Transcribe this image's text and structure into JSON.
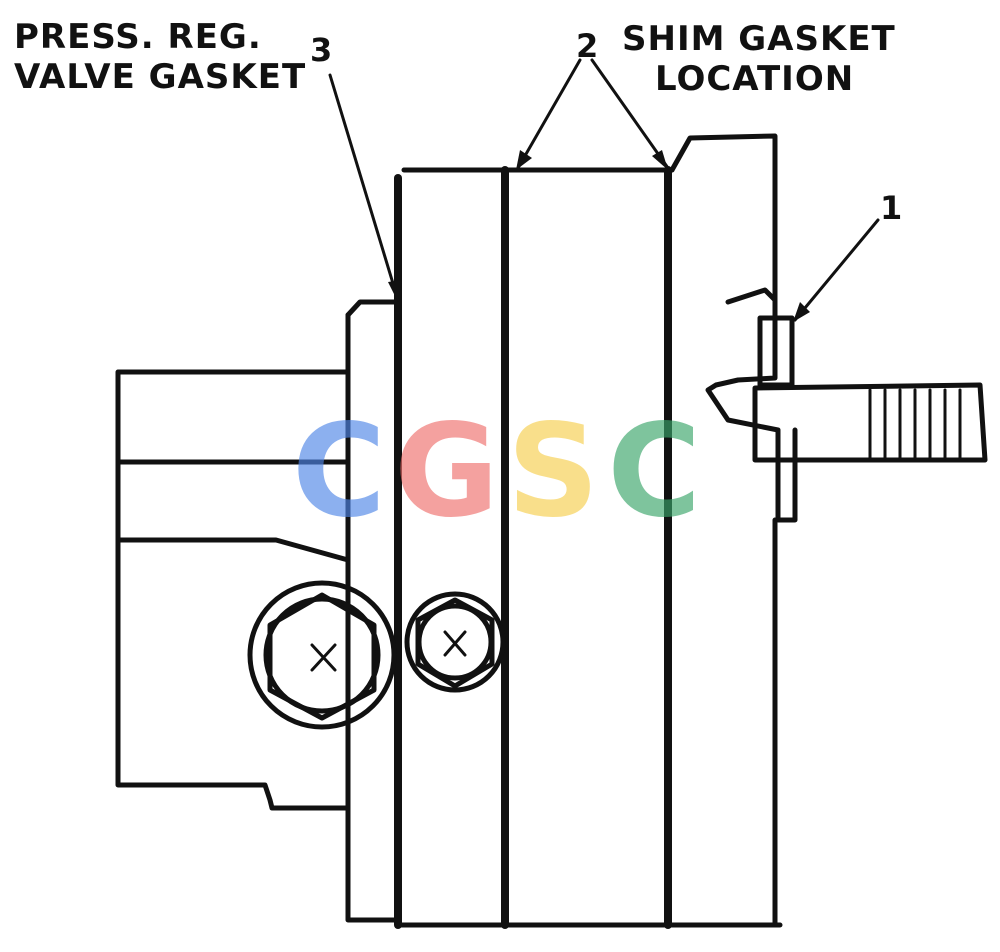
{
  "labels": {
    "press_reg_line1": "PRESS. REG.",
    "press_reg_line2": "VALVE GASKET",
    "shim_line1": "SHIM GASKET",
    "shim_line2": "LOCATION",
    "callout_1": "1",
    "callout_2": "2",
    "callout_3": "3"
  },
  "watermark": {
    "letters": [
      "C",
      "G",
      "S",
      "C"
    ],
    "colors": [
      "#4f86e8",
      "#ef6f6c",
      "#f6cf4e",
      "#3aa56a"
    ]
  }
}
